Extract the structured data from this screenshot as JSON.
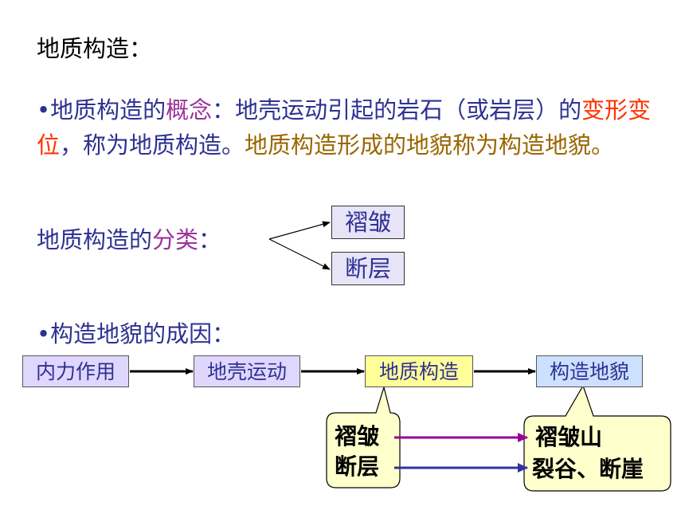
{
  "heading": "地质构造：",
  "concept": {
    "bullet": "•",
    "lead": "地质构造的",
    "term": "概念",
    "colon": "：",
    "definition_a": "地壳运动引起的岩石（或岩层）的",
    "highlight": "变形变位",
    "definition_b": "，称为地质构造。",
    "landform_sentence": "地质构造形成的地貌称为构造地貌。"
  },
  "classification": {
    "lead": "地质构造的",
    "term": "分类",
    "colon": "：",
    "types": [
      "褶皱",
      "断层"
    ]
  },
  "causes": {
    "title": "•构造地貌的成因：",
    "flow": [
      "内力作用",
      "地壳运动",
      "地质构造",
      "构造地貌"
    ],
    "structures": [
      "褶皱",
      "断层"
    ],
    "landforms": [
      "褶皱山",
      "裂谷、断崖"
    ]
  },
  "colors": {
    "text_blue": "#2e3192",
    "term_purple": "#993399",
    "highlight_red": "#ff3300",
    "landform_brown": "#996600",
    "arrow_purple": "#990099",
    "arrow_navy": "#333399",
    "bubble_fill": "#ffffcc",
    "box_lilac": "#e0d7ff",
    "box_yellow": "#ffff99",
    "box_blue": "#cce0ff"
  }
}
